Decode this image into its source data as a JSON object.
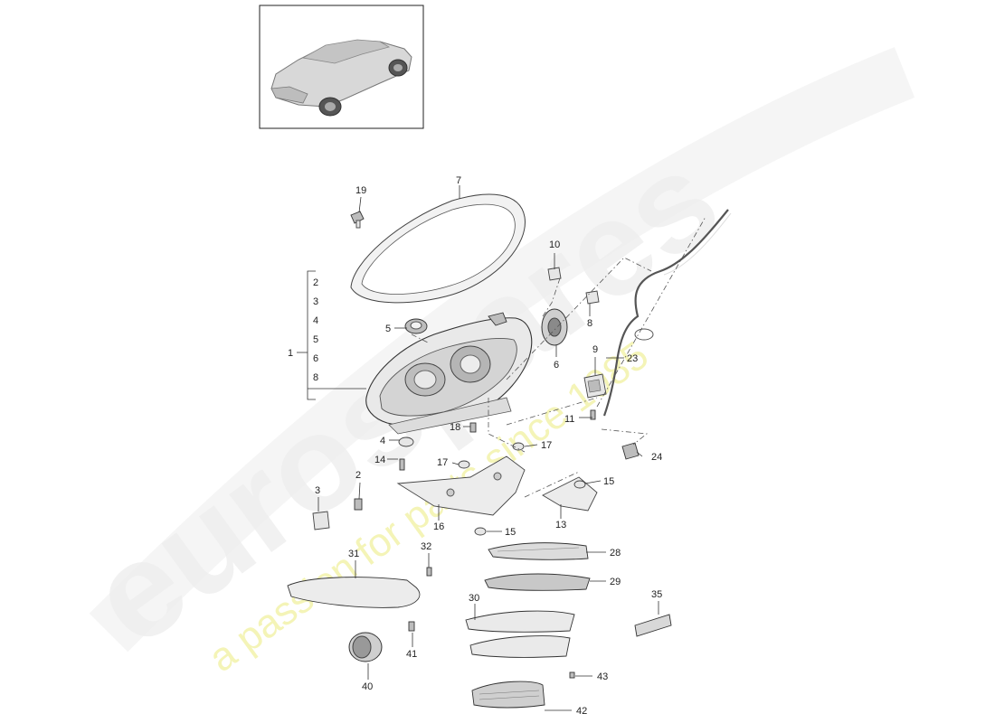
{
  "watermark": {
    "brand": "eurospares",
    "slogan": "a passion for parts since 1985"
  },
  "callouts": {
    "c1": "1",
    "c2a": "2",
    "c3a": "3",
    "c4a": "4",
    "c5a": "5",
    "c6a": "6",
    "c8a": "8",
    "c2": "2",
    "c3": "3",
    "c4": "4",
    "c5": "5",
    "c6": "6",
    "c7": "7",
    "c8": "8",
    "c9": "9",
    "c10": "10",
    "c11": "11",
    "c13": "13",
    "c14": "14",
    "c15a": "15",
    "c15b": "15",
    "c16": "16",
    "c17a": "17",
    "c17b": "17",
    "c18": "18",
    "c19": "19",
    "c23": "23",
    "c24": "24",
    "c28": "28",
    "c29": "29",
    "c30": "30",
    "c31": "31",
    "c32": "32",
    "c35": "35",
    "c40": "40",
    "c41": "41",
    "c42": "42",
    "c43": "43"
  }
}
